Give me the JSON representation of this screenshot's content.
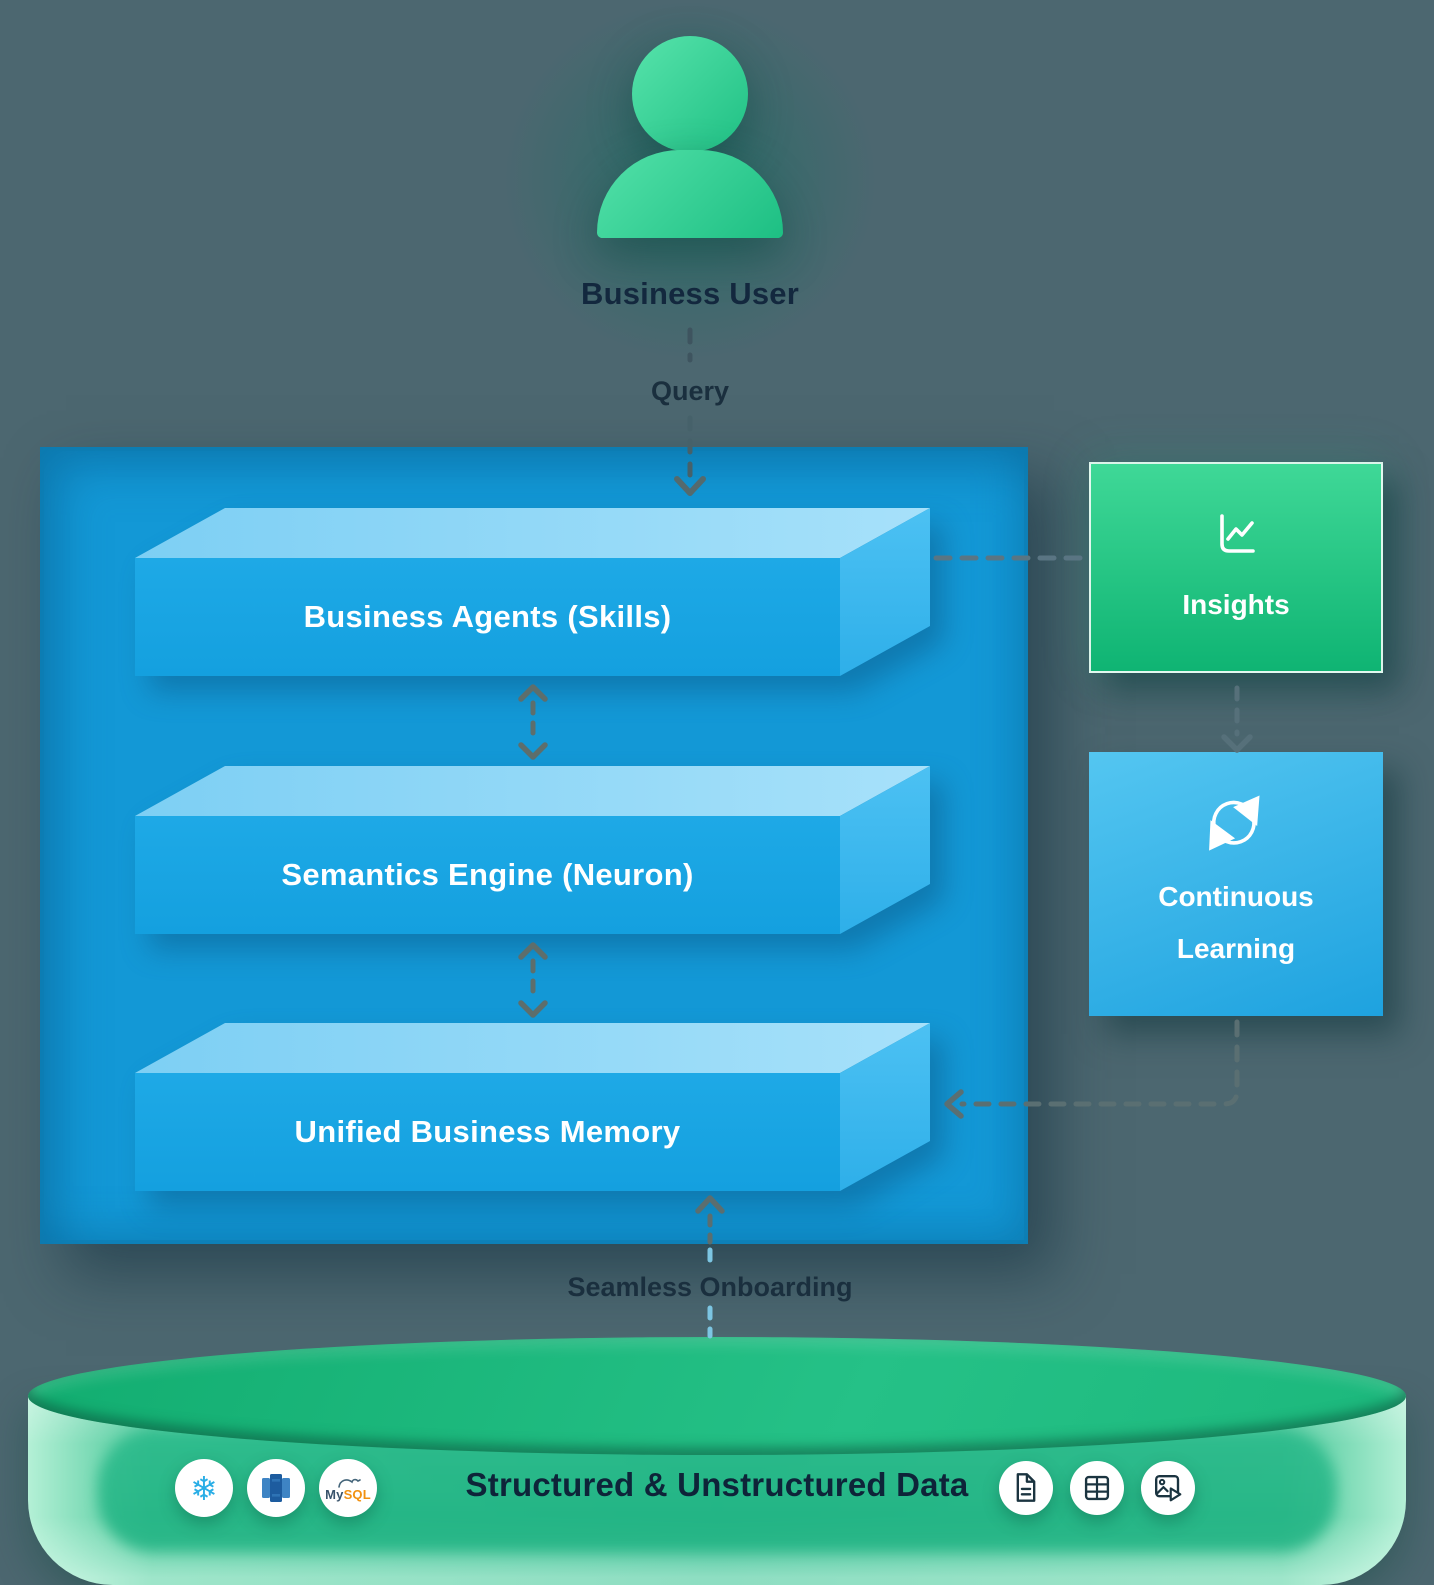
{
  "actor": {
    "label": "Business User"
  },
  "flow_labels": {
    "query": "Query",
    "onboarding": "Seamless Onboarding"
  },
  "platform": {
    "layers": [
      {
        "label": "Business Agents (Skills)"
      },
      {
        "label": "Semantics Engine (Neuron)"
      },
      {
        "label": "Unified Business Memory"
      }
    ]
  },
  "feedback": {
    "insights": {
      "label": "Insights",
      "icon": "chart-line-icon"
    },
    "continuous_learning": {
      "label": "Continuous Learning",
      "icon": "refresh-icon"
    }
  },
  "data_layer": {
    "label": "Structured & Unstructured Data",
    "source_badges": [
      "snowflake",
      "redshift-database",
      "mysql"
    ],
    "type_badges": [
      "document",
      "table",
      "media"
    ],
    "snowflake_glyph": "❄",
    "mysql": {
      "my": "My",
      "sql": "SQL"
    }
  },
  "colors": {
    "background": "#4C6770",
    "container_blue": "#1398D6",
    "layer_front": "#17A2E1",
    "layer_top": "#8FD6F7",
    "layer_side": "#3DB9F0",
    "insights_green_top": "#3FD897",
    "insights_green_bottom": "#0FB473",
    "learning_blue_top": "#54C6F1",
    "learning_blue_bottom": "#1EA2DF",
    "cylinder_green": "#17B377",
    "actor_green": "#2ECD92",
    "text_dark": "#13283E"
  }
}
